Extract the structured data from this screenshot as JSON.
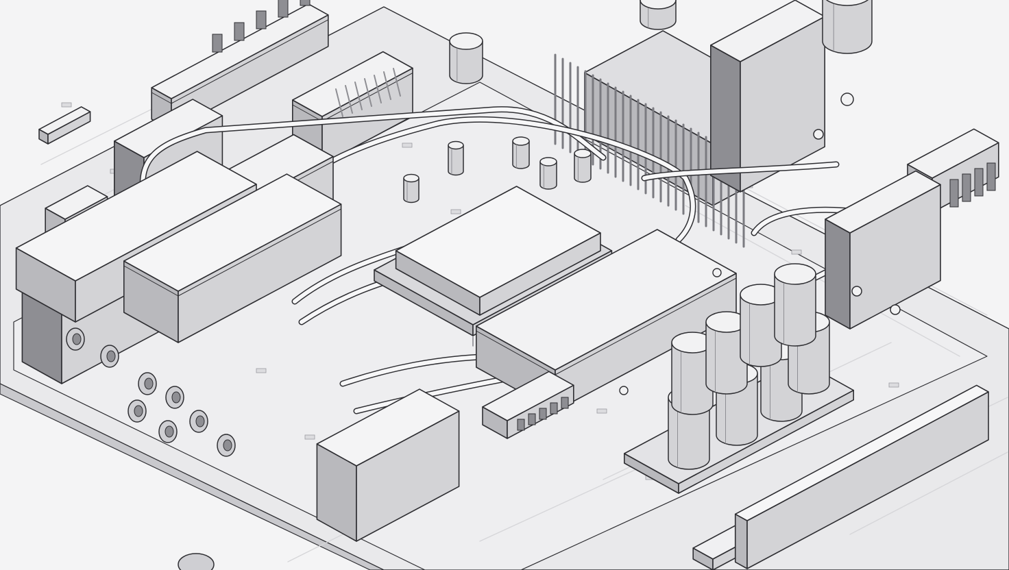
{
  "illustration": {
    "style": "grayscale isometric line drawing",
    "subject": "circuit board",
    "palette": {
      "background": "#f4f4f5",
      "board": "#e9e9eb",
      "board_edge": "#c9c9cd",
      "top_face": "#f2f2f3",
      "left_face": "#b9b9bd",
      "right_face": "#d3d3d6",
      "dark_face": "#8e8e93",
      "ink": "#2e2e32",
      "fin": "#7a7a80",
      "trace": "#d6d6d9"
    }
  },
  "components": [
    {
      "kind": "rail-module",
      "name": "top-left-rail-module"
    },
    {
      "kind": "slot-module",
      "name": "top-slot-module"
    },
    {
      "kind": "heat-sink",
      "name": "top-right-heat-sink"
    },
    {
      "kind": "transformer-block",
      "name": "right-transformer-block"
    },
    {
      "kind": "cpu-chip",
      "name": "central-processor-chip"
    },
    {
      "kind": "power-supply-box",
      "name": "left-power-box"
    },
    {
      "kind": "power-supply-box",
      "name": "right-power-box"
    },
    {
      "kind": "flat-module",
      "name": "right-flat-module"
    },
    {
      "kind": "capacitor-bank",
      "name": "large-capacitor-bank"
    },
    {
      "kind": "small-ic-block",
      "name": "bottom-small-ic-block"
    },
    {
      "kind": "relay-block",
      "name": "far-right-relay-block"
    },
    {
      "kind": "connector-array",
      "name": "far-right-connector-array"
    }
  ],
  "labels": []
}
